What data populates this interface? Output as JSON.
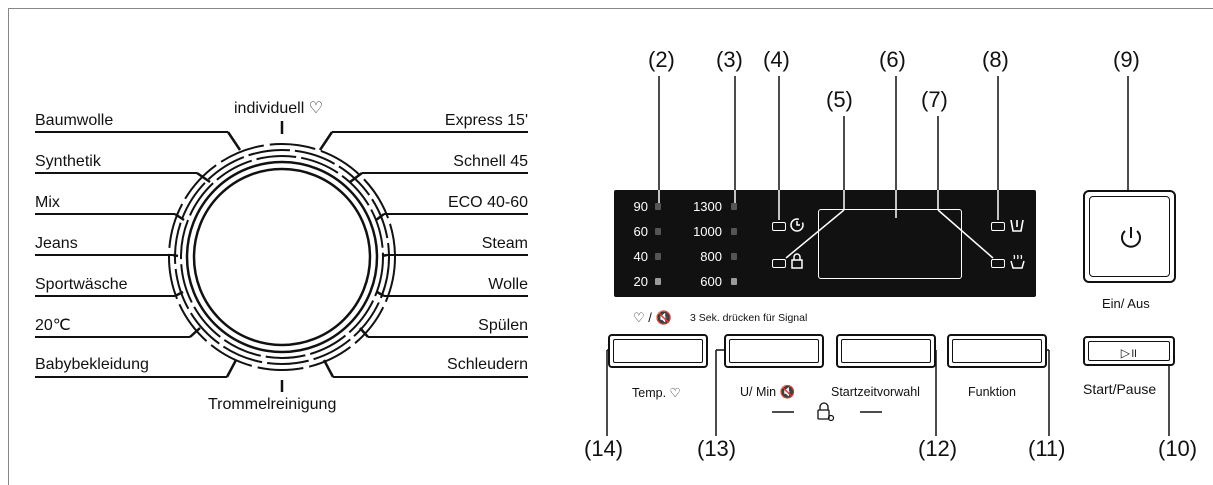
{
  "programs_left": [
    "Baumwolle",
    "Synthetik",
    "Mix",
    "Jeans",
    "Sportwäsche",
    "20℃",
    "Babybekleidung"
  ],
  "programs_right": [
    "Express 15'",
    "Schnell 45",
    "ECO 40-60",
    "Steam",
    "Wolle",
    "Spülen",
    "Schleudern"
  ],
  "dial_top": "individuell ♡",
  "dial_bottom": "Trommelreinigung",
  "callouts": [
    "(2)",
    "(3)",
    "(4)",
    "(5)",
    "(6)",
    "(7)",
    "(8)",
    "(9)",
    "(10)",
    "(11)",
    "(12)",
    "(13)",
    "(14)"
  ],
  "temps": [
    "90",
    "60",
    "40",
    "20"
  ],
  "speeds": [
    "1300",
    "1000",
    "800",
    "600"
  ],
  "signal_hint": "3 Sek. drücken für Signal",
  "signal_icons": "♡ / 🔇",
  "buttons": {
    "temp": "Temp. ♡",
    "spin": "U/ Min 🔇",
    "delay": "Startzeitvorwahl",
    "function": "Funktion",
    "power": "Ein/ Aus",
    "start": "Start/Pause",
    "start_icon": "▷॥"
  },
  "icons": {
    "timer": "timer-icon",
    "lock": "door-lock-icon",
    "prewash": "prewash-icon",
    "steam": "steam-icon",
    "power": "power-icon",
    "child_lock": "child-lock-icon"
  }
}
